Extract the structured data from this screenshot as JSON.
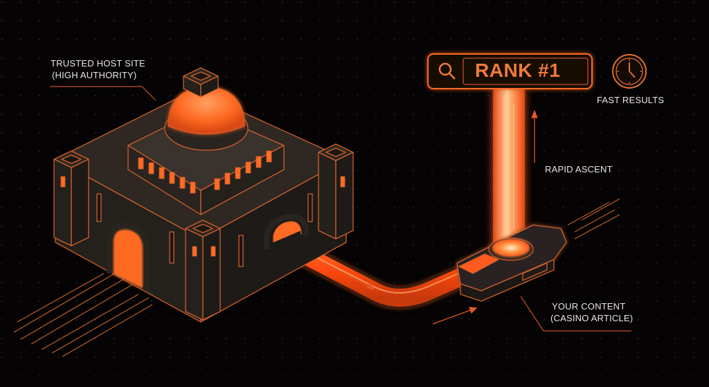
{
  "labels": {
    "host_site": {
      "line1": "TRUSTED HOST SITE",
      "line2": "(HIGH AUTHORITY)"
    },
    "fast_results": "FAST RESULTS",
    "rapid_ascent": "RAPID ASCENT",
    "your_content": {
      "line1": "YOUR CONTENT",
      "line2": "(CASINO ARTICLE)"
    }
  },
  "search_bar": {
    "icon": "search-icon",
    "text": "RANK #1"
  },
  "clock": {
    "icon": "clock-icon"
  },
  "colors": {
    "background": "#050303",
    "accent": "#ff5a1f",
    "accent_glow": "#ff7a2e",
    "building_fill": "#2a2420",
    "building_dark": "#1c1815",
    "outline": "#d0602a",
    "text": "#e9e6e3"
  }
}
